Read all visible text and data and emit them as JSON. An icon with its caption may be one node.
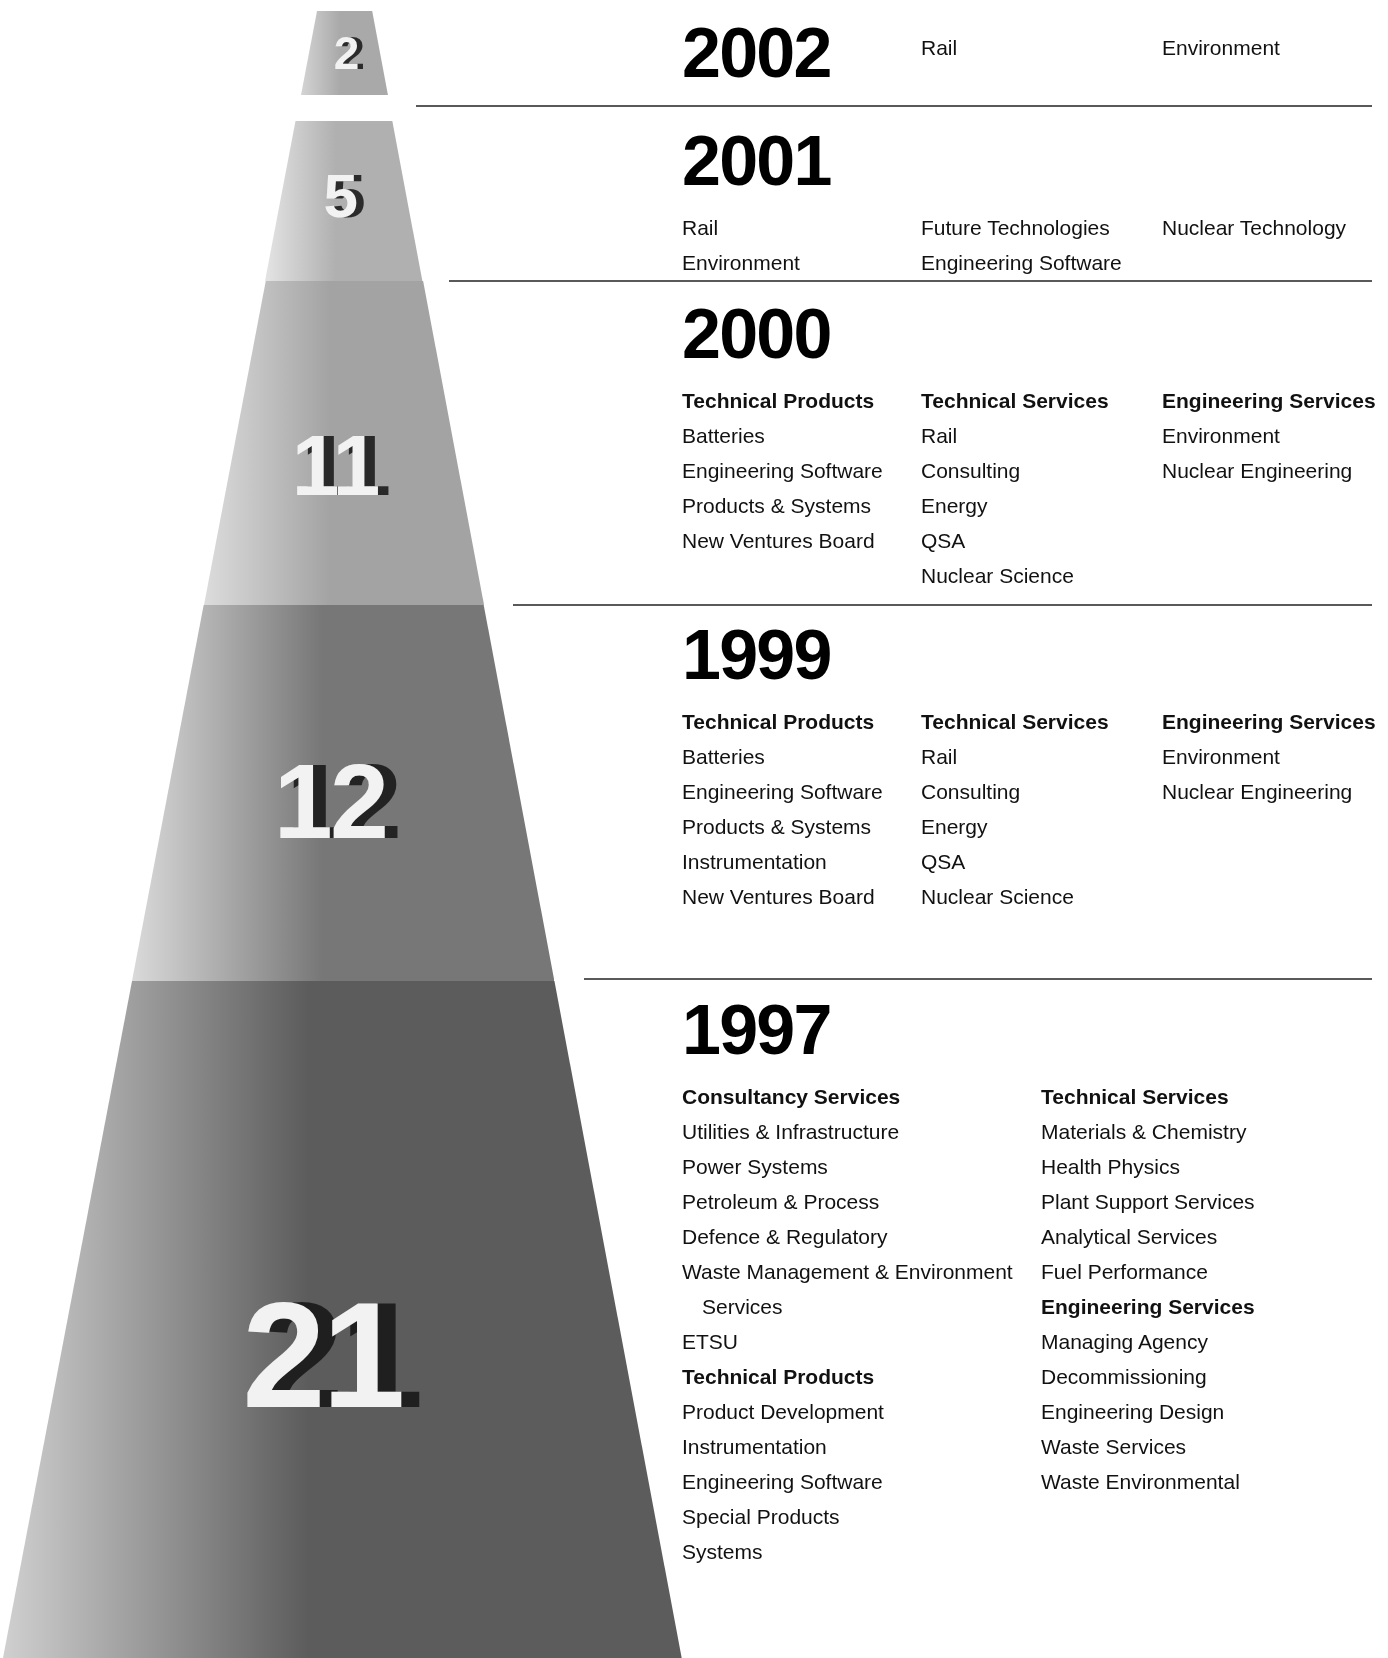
{
  "diagram": {
    "nodes": [
      {
        "text": [
          "2"
        ]
      },
      {
        "text": [
          "5"
        ]
      },
      {
        "text": [
          "11"
        ]
      },
      {
        "text": [
          "12"
        ]
      },
      {
        "text": [
          "21"
        ]
      },
      {
        "text": [
          "2002"
        ]
      },
      {
        "text": [
          "Rail"
        ],
        "in": 5
      },
      {
        "text": [
          "Environment"
        ],
        "in": 5
      },
      {
        "text": [
          "2001"
        ]
      },
      {
        "text": [
          "Rail",
          "Environment"
        ],
        "in": 8
      },
      {
        "text": [
          "Future Technologies",
          "Engineering Software"
        ],
        "in": 8
      },
      {
        "text": [
          "Nuclear Technology"
        ],
        "in": 8
      },
      {
        "text": [
          "2000"
        ]
      },
      {
        "text": [
          "**Technical Products**",
          "Batteries",
          "Engineering Software",
          "Products & Systems",
          "New Ventures Board"
        ],
        "in": 12
      },
      {
        "text": [
          "**Technical Services**",
          "Rail",
          "Consulting",
          "Energy",
          "QSA",
          "Nuclear Science"
        ],
        "in": 12
      },
      {
        "text": [
          "**Engineering Services**",
          "Environment",
          "Nuclear Engineering"
        ],
        "in": 12
      },
      {
        "text": [
          "1999"
        ]
      },
      {
        "text": [
          "**Technical Products**",
          "Batteries",
          "Engineering Software",
          "Products & Systems",
          "Instrumentation",
          "New Ventures Board"
        ],
        "in": 16
      },
      {
        "text": [
          "**Technical Services**",
          "Rail",
          "Consulting",
          "Energy",
          "QSA",
          "Nuclear Science"
        ],
        "in": 16
      },
      {
        "text": [
          "**Engineering Services**",
          "Environment",
          "Nuclear Engineering"
        ],
        "in": 16
      },
      {
        "text": [
          "1997"
        ]
      },
      {
        "text": [
          "**Consultancy Services**",
          "Utilities & Infrastructure",
          "Power Systems",
          "Petroleum & Process",
          "Defence & Regulatory",
          "Waste Management & Environment Services",
          "ETSU",
          "**Technical Products**",
          "Product Development",
          "Instrumentation",
          "Engineering Software",
          "Special Products",
          "Systems"
        ],
        "in": 20
      },
      {
        "text": [
          "**Technical Services**",
          "Materials & Chemistry",
          "Health Physics",
          "Plant Support Services",
          "Analytical Services",
          "Fuel Performance",
          "**Engineering Services**",
          "Managing Agency",
          "Decommissioning",
          "Engineering Design",
          "Waste Services",
          "Waste Environmental"
        ],
        "in": 20
      }
    ]
  }
}
